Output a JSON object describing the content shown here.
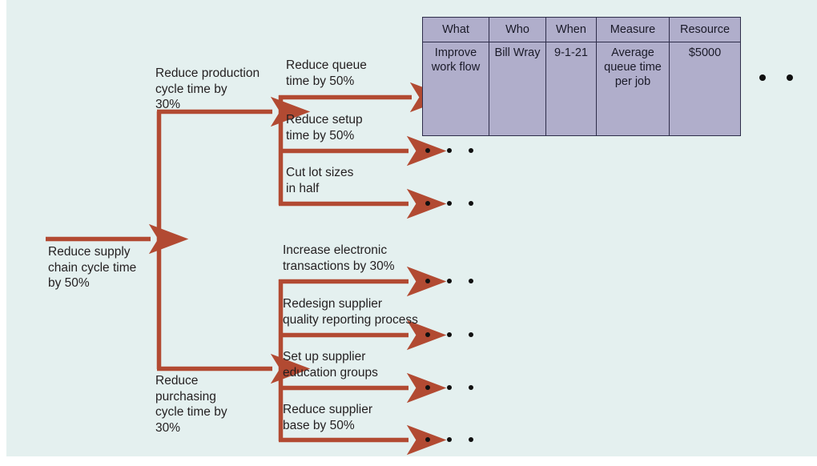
{
  "diagram": {
    "type": "cascade-tree",
    "title": "Supply chain cycle time reduction cascade",
    "colors": {
      "background": "#e4f0ef",
      "page": "#ffffff",
      "connector": "#b24a32",
      "table_fill": "#b0aecb",
      "table_border": "#2e2d4a",
      "text": "#231f20",
      "dot": "#101010"
    },
    "root": {
      "label": "Reduce supply\nchain cycle time\nby 50%"
    },
    "branches": [
      {
        "id": "production",
        "label": "Reduce production\ncycle time by\n30%",
        "leaves": [
          {
            "id": "queue",
            "label": "Reduce queue\ntime by 50%",
            "trailing": "table"
          },
          {
            "id": "setup",
            "label": "Reduce setup\ntime by 50%",
            "trailing": "dots"
          },
          {
            "id": "lot-sizes",
            "label": "Cut lot sizes\nin half",
            "trailing": "dots"
          }
        ]
      },
      {
        "id": "purchasing",
        "label": "Reduce\npurchasing\ncycle time by\n30%",
        "leaves": [
          {
            "id": "electronic-transactions",
            "label": "Increase electronic\ntransactions by 30%",
            "trailing": "dots"
          },
          {
            "id": "quality-reporting",
            "label": "Redesign supplier\nquality reporting process",
            "trailing": "dots"
          },
          {
            "id": "education-groups",
            "label": "Set up supplier\neducation groups",
            "trailing": "dots"
          },
          {
            "id": "supplier-base",
            "label": "Reduce supplier\nbase by 50%",
            "trailing": "dots"
          }
        ]
      }
    ],
    "table": {
      "headers": [
        "What",
        "Who",
        "When",
        "Measure",
        "Resource"
      ],
      "rows": [
        {
          "what": "Improve\nwork\nflow",
          "who": "Bill\nWray",
          "when": "9-1-21",
          "measure": "Average\nqueue\ntime per\njob",
          "resource": "$5000"
        }
      ],
      "continuation": "• • •"
    }
  }
}
